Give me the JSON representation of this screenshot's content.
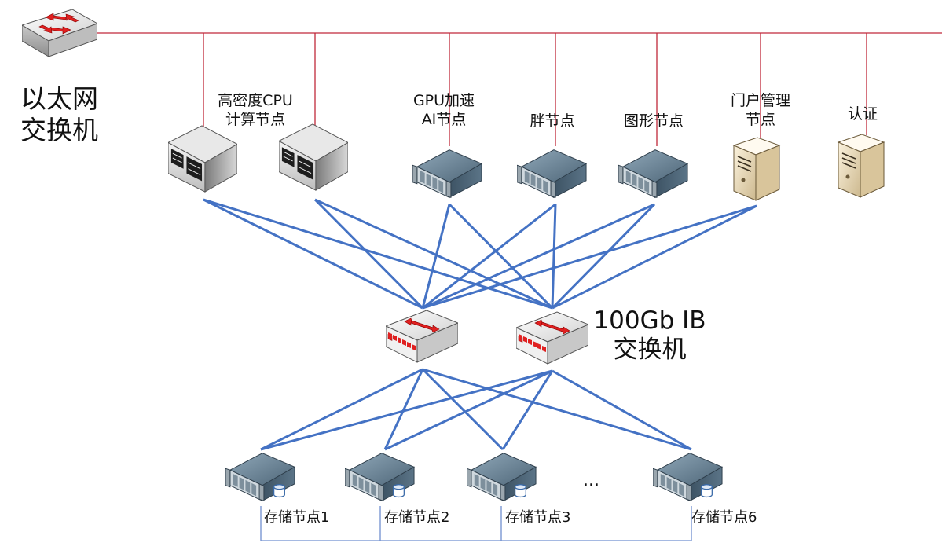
{
  "ethernet_switch": {
    "label_line1": "以太网",
    "label_line2": "交换机"
  },
  "ib_switch": {
    "label_line1": "100Gb IB",
    "label_line2": "交换机"
  },
  "compute_nodes": [
    {
      "label_line1": "高密度CPU",
      "label_line2": "计算节点"
    },
    {
      "label_line1": "GPU加速",
      "label_line2": "AI节点"
    },
    {
      "label_line1": "胖节点",
      "label_line2": ""
    },
    {
      "label_line1": "图形节点",
      "label_line2": ""
    },
    {
      "label_line1": "门户管理",
      "label_line2": "节点"
    },
    {
      "label_line1": "认证",
      "label_line2": ""
    }
  ],
  "storage_nodes": [
    {
      "label": "存储节点1"
    },
    {
      "label": "存储节点2"
    },
    {
      "label": "存储节点3"
    },
    {
      "label": "存储节点6"
    }
  ],
  "ellipsis": "...",
  "colors": {
    "ethernet_line": "#c0283a",
    "ib_line": "#4472c4",
    "storage_bus": "#6f8fd0",
    "switch_arrow": "#e02020"
  },
  "icons": {
    "ethernet_switch": "network-switch-icon",
    "ib_switch": "ib-switch-icon",
    "cpu_node": "tower-server-icon",
    "rack_server": "rack-server-icon",
    "storage_server": "storage-server-icon",
    "portal_server": "beige-tower-server-icon"
  }
}
